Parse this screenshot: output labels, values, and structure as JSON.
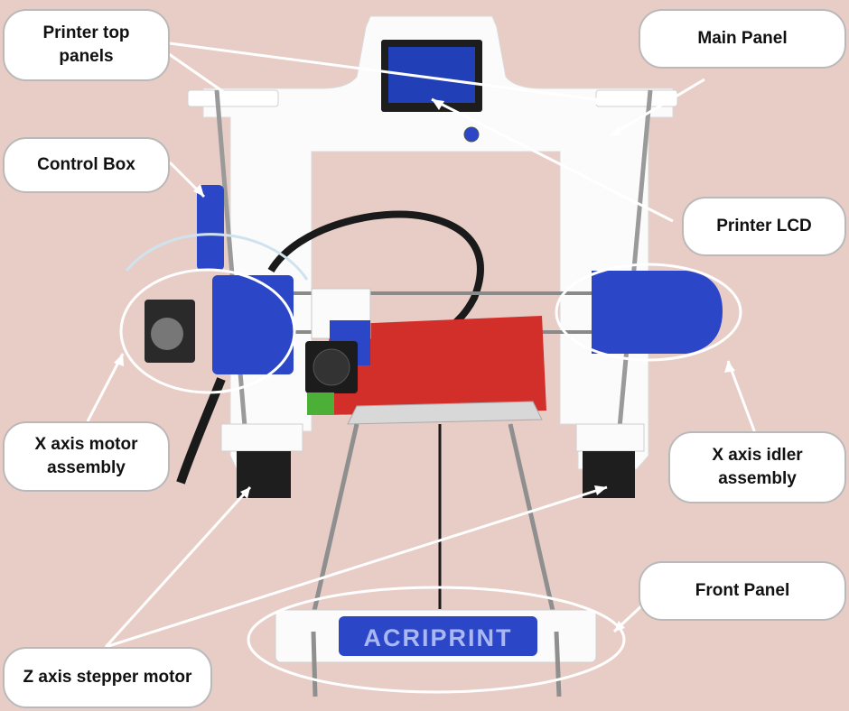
{
  "labels": {
    "printer_top_panels": "Printer top\npanels",
    "main_panel": "Main Panel",
    "control_box": "Control Box",
    "printer_lcd": "Printer LCD",
    "x_axis_motor_assembly": "X axis motor\nassembly",
    "x_axis_idler_assembly": "X axis idler\nassembly",
    "front_panel": "Front Panel",
    "z_axis_stepper_motor": "Z axis stepper motor"
  },
  "logo_text": "ACRIPRINT",
  "colors": {
    "background": "#e8cdc6",
    "frame": "#fbfbfb",
    "plastic_blue": "#2b47c7",
    "bed_red": "#d22e2a",
    "fan_green": "#4caf38",
    "lcd": "#2140b8",
    "callout_line": "#ffffff",
    "label_text": "#111111"
  }
}
